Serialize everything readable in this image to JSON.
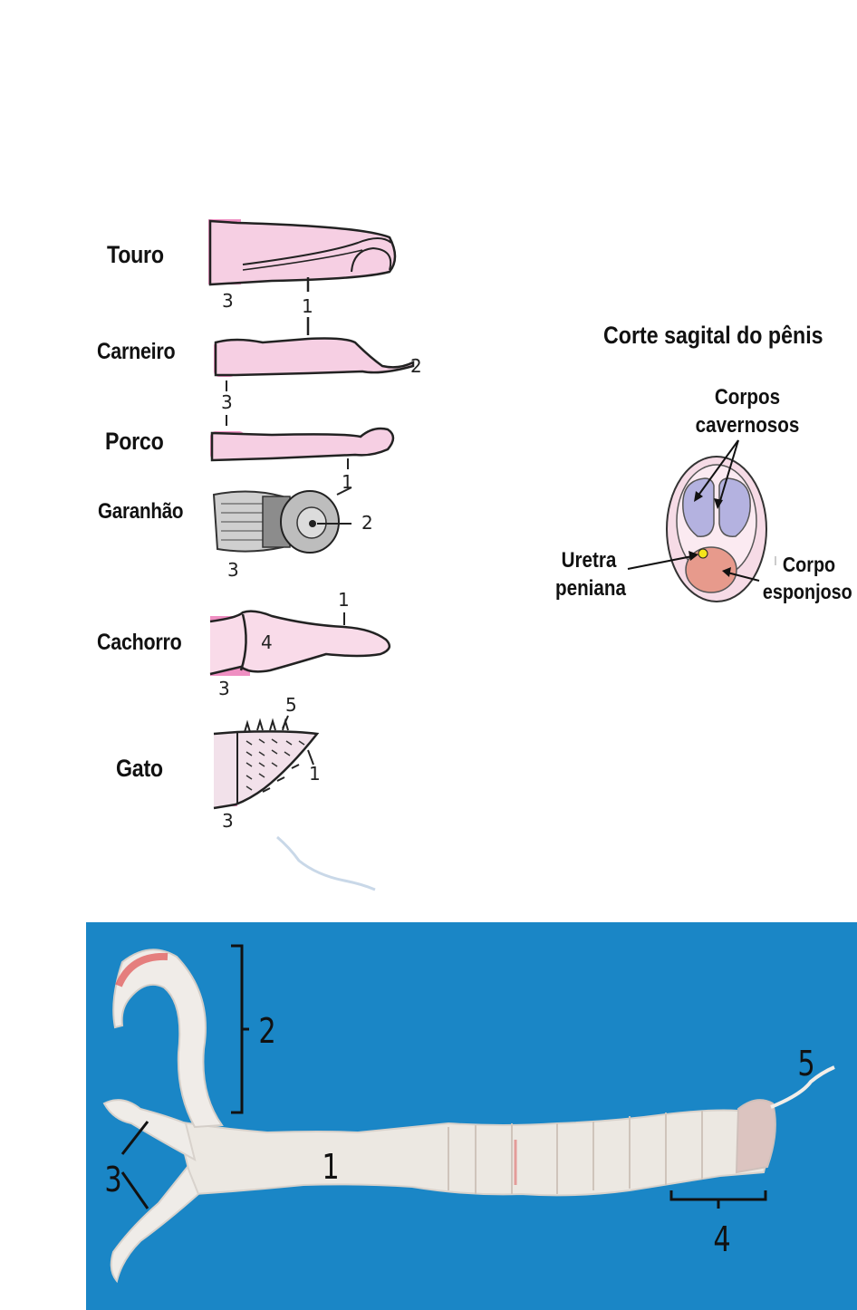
{
  "drawings": {
    "species": [
      {
        "key": "touro",
        "label": "Touro"
      },
      {
        "key": "carneiro",
        "label": "Carneiro"
      },
      {
        "key": "porco",
        "label": "Porco"
      },
      {
        "key": "garanhao",
        "label": "Garanhão"
      },
      {
        "key": "cachorro",
        "label": "Cachorro"
      },
      {
        "key": "gato",
        "label": "Gato"
      }
    ],
    "numbers": {
      "touro_3": "3",
      "touro_1": "1",
      "carneiro_2": "2",
      "carneiro_3": "3",
      "porco_1": "1",
      "garanhao_2": "2",
      "garanhao_3": "3",
      "cachorro_1": "1",
      "cachorro_4": "4",
      "cachorro_3": "3",
      "gato_5": "5",
      "gato_1": "1",
      "gato_3": "3"
    }
  },
  "section": {
    "title": "Corte sagital do pênis",
    "cavernous_line1": "Corpos",
    "cavernous_line2": "cavernosos",
    "urethra_line1": "Uretra",
    "urethra_line2": "peniana",
    "spongy_line1": "Corpo",
    "spongy_line2": "esponjoso",
    "colors": {
      "cavernous": "#b4b2e0",
      "spongy": "#e79a8c",
      "urethra": "#f5e41a",
      "sheath": "#f6dbe6"
    }
  },
  "photo": {
    "background": "#1a86c6",
    "labels": {
      "n1": "1",
      "n2": "2",
      "n3": "3",
      "n4": "4",
      "n5": "5"
    }
  }
}
